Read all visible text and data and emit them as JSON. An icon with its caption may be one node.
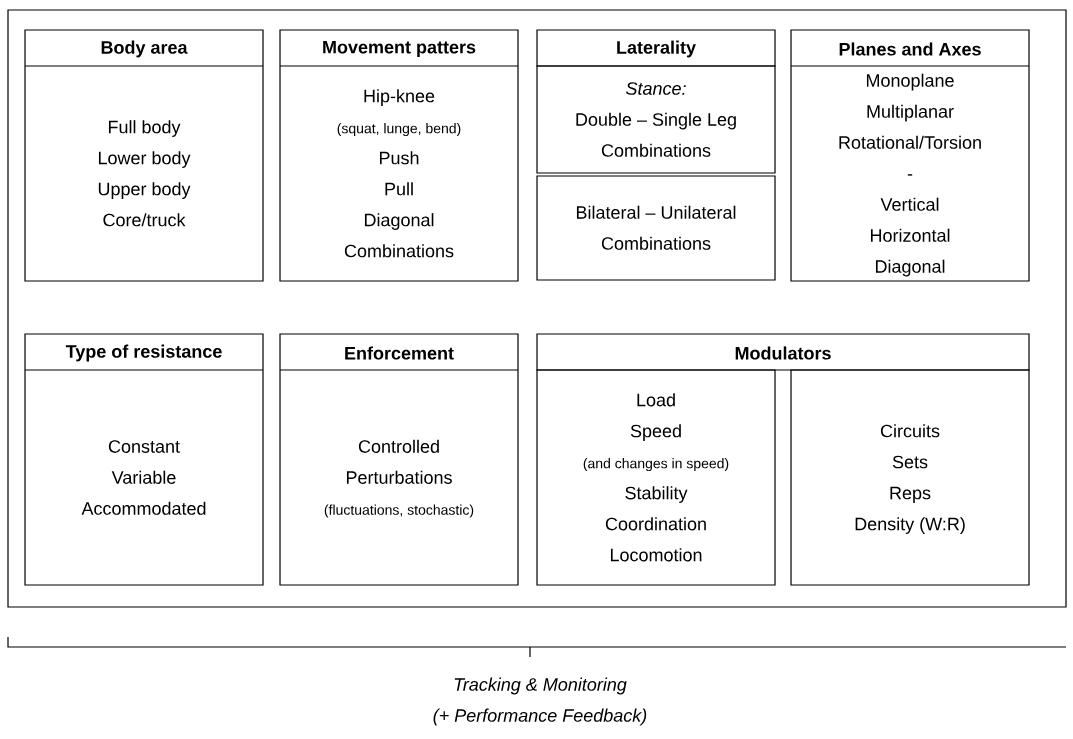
{
  "diagram": {
    "caption": "Tracking & Monitoring",
    "nodes": [
      {
        "text": [
          "Body area",
          "Full body",
          "Lower body",
          "Upper body",
          "Core/truck"
        ]
      },
      {
        "text": [
          "Movement patters",
          "Hip-knee",
          "(squat, lunge, bend)",
          "Push",
          "Pull",
          "Diagonal",
          "Combinations"
        ]
      },
      {
        "text": [
          "Laterality"
        ]
      },
      {
        "text": [
          "Stance:",
          "Double – Single Leg",
          "Combinations"
        ]
      },
      {
        "text": [
          "Bilateral – Unilateral",
          "Combinations"
        ]
      },
      {
        "text": [
          "Planes and Axes",
          "Monoplane",
          "Multiplanar",
          "Rotational/Torsion",
          "-",
          "Vertical",
          "Horizontal",
          "Diagonal"
        ]
      },
      {
        "text": [
          "Type of resistance",
          "Constant",
          "Variable",
          "Accommodated"
        ]
      },
      {
        "text": [
          "Enforcement",
          "Controlled",
          "Perturbations",
          "(fluctuations, stochastic)"
        ]
      },
      {
        "text": [
          "Modulators"
        ]
      },
      {
        "text": [
          "Load",
          "Speed",
          "(and changes in speed)",
          "Stability",
          "Coordination",
          "Locomotion"
        ]
      },
      {
        "text": [
          "Circuits",
          "Sets",
          "Reps",
          "Density (W:R)"
        ]
      }
    ],
    "labels": [
      "(+ Performance Feedback)"
    ]
  }
}
